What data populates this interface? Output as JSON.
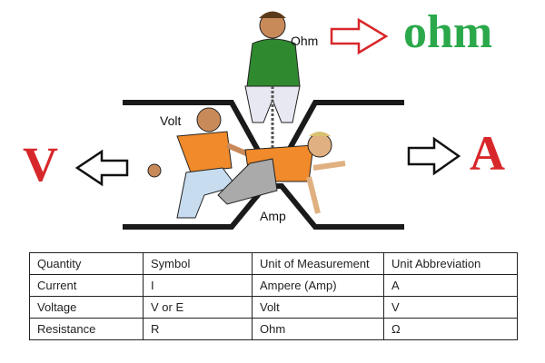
{
  "labels": {
    "ohm_person": "Ohm",
    "volt_person": "Volt",
    "amp_person": "Amp"
  },
  "big_letters": {
    "ohm": "ohm",
    "volt": "V",
    "amp": "A"
  },
  "colors": {
    "ohm": "#2aa84a",
    "letters": "#d8272a",
    "arrow_red": "#d8272a"
  },
  "table": {
    "headers": [
      "Quantity",
      "Symbol",
      "Unit of Measurement",
      "Unit Abbreviation"
    ],
    "rows": [
      [
        "Current",
        "I",
        "Ampere (Amp)",
        "A"
      ],
      [
        "Voltage",
        "V or E",
        "Volt",
        "V"
      ],
      [
        "Resistance",
        "R",
        "Ohm",
        "Ω"
      ]
    ]
  }
}
